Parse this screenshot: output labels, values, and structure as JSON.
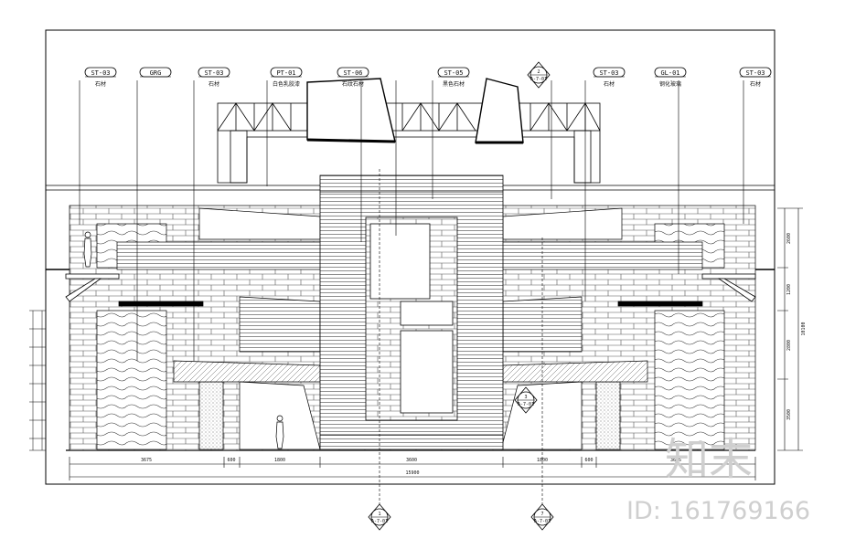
{
  "callouts": [
    {
      "code": "ST-03",
      "note": "石材"
    },
    {
      "code": "GRG",
      "note": ""
    },
    {
      "code": "ST-03",
      "note": "石材"
    },
    {
      "code": "PT-01",
      "note": "白色乳胶漆"
    },
    {
      "code": "ST-06",
      "note": "石纹石材"
    },
    {
      "code": "ST-05",
      "note": "黑色石材"
    },
    {
      "code": "ST-03",
      "note": "石材"
    },
    {
      "code": "GL-01",
      "note": "钢化玻璃"
    },
    {
      "code": "ST-03",
      "note": "石材"
    }
  ],
  "sections": [
    {
      "num": "2",
      "ref": "A-7-01"
    },
    {
      "num": "3",
      "ref": "A-7-01"
    },
    {
      "num": "1",
      "ref": "A-7-01"
    },
    {
      "num": "7",
      "ref": "A-7-01"
    }
  ],
  "dims_bottom": [
    "3675",
    "600",
    "1800",
    "3600",
    "1800",
    "600",
    "3675"
  ],
  "dim_total": "15900",
  "dims_right": [
    "2600",
    "1200",
    "2800",
    "3500"
  ],
  "dim_right_total": "10100",
  "watermark": {
    "logo": "知末",
    "id": "ID: 161769166"
  }
}
